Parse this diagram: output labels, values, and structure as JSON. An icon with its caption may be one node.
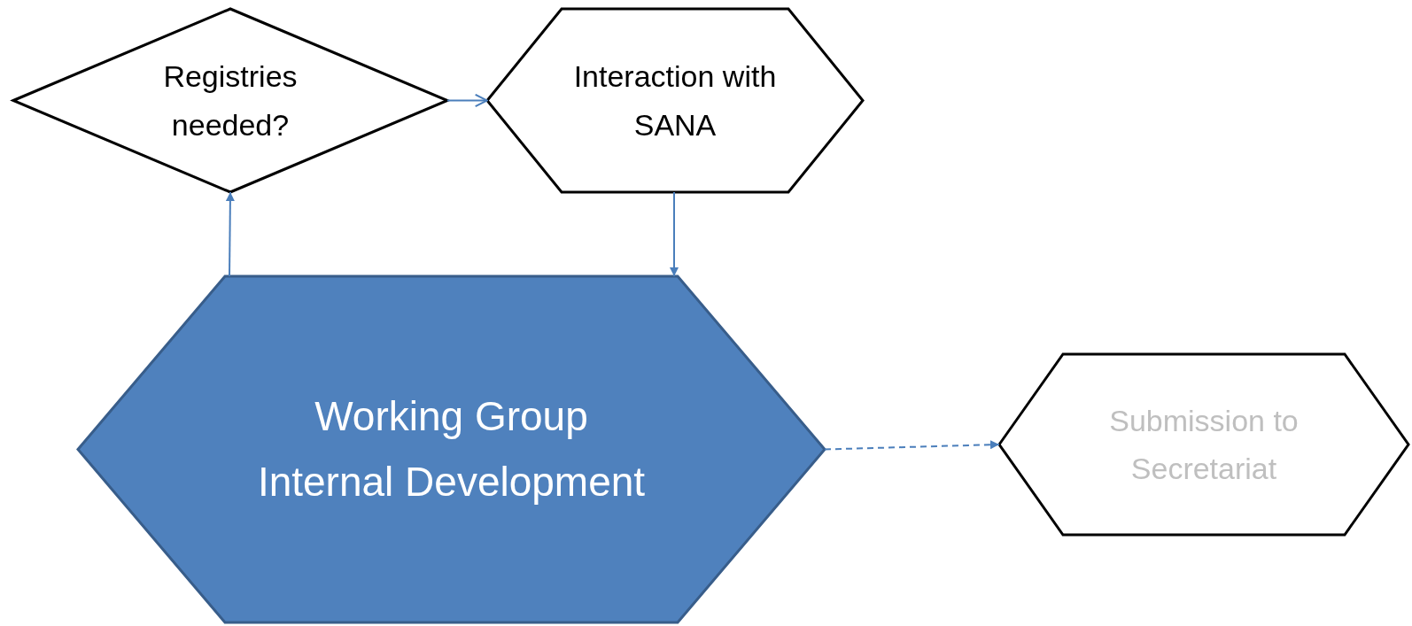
{
  "diagram": {
    "nodes": [
      {
        "text": [
          "Registries needed?"
        ]
      },
      {
        "text": [
          "Interaction with SANA"
        ]
      },
      {
        "text": [
          "Working Group Internal Development"
        ]
      },
      {
        "text": [
          "Submission to Secretariat"
        ]
      }
    ],
    "edges": [
      {
        "from": 0,
        "to": 1,
        "arrow": "to"
      },
      {
        "from": 2,
        "to": 0,
        "arrow": "to"
      },
      {
        "from": 1,
        "to": 2,
        "arrow": "to"
      },
      {
        "from": 2,
        "to": 3,
        "arrow": "to",
        "style": "dashed"
      }
    ]
  }
}
